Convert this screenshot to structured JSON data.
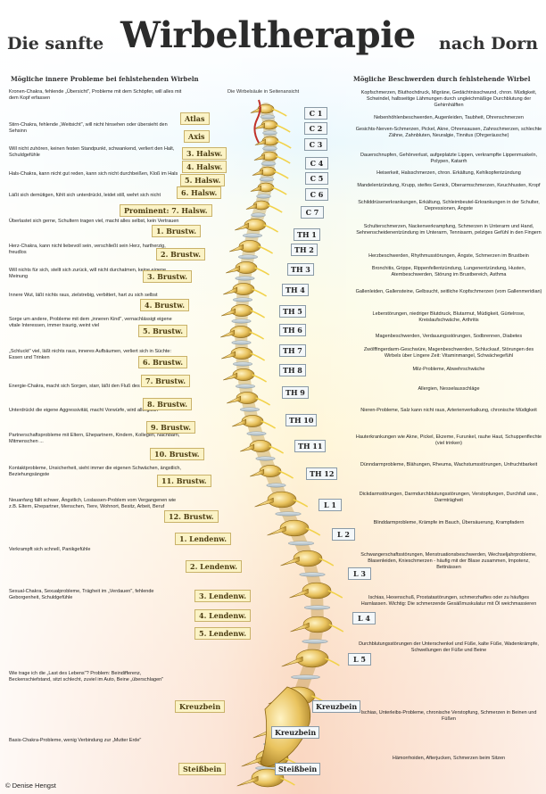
{
  "title": {
    "pre": "Die sanfte",
    "main": "Wirbeltherapie",
    "post": "nach Dorn"
  },
  "subheads": {
    "left": "Mögliche innere Probleme bei fehlstehenden Wirbeln",
    "right": "Mögliche Beschwerden durch fehlstehende Wirbel"
  },
  "spine_caption": "Die Wirbelsäule in Seitenansicht",
  "copyright": "© Denise Hengst",
  "left_texts": [
    "Kronen-Chakra, fehlende „Übersicht\", Probleme mit dem Schöpfer, will alles mit dem Kopf erfassen",
    "Stirn-Chakra, fehlende „Weitsicht\", will nicht hinsehen oder übersieht den Sehsinn",
    "Will nicht zuhören, keinen festen Standpunkt, schwankend, verliert den Halt, Schuldgefühle",
    "Hals-Chakra, kann nicht gut reden, kann sich nicht durchbeißen, Kloß im Hals",
    "Läßt sich demütigen, fühlt sich unterdrückt, leidet still, wehrt sich nicht",
    "Überlastet sich gerne, Schultern tragen viel, macht alles selbst, kein Vertrauen",
    "Herz-Chakra, kann nicht liebevoll sein, verschließt sein Herz, hartherzig, freudlos",
    "Will nichts für sich, stellt sich zurück, will nicht durchatmen, keine eigene Meinung",
    "Innere Wut, läßt nichts raus, zielstrebig, verbittert, hart zu sich selbst",
    "Sorge um andere, Probleme mit dem „inneren Kind\", vernachlässigt eigene vitale Interessen, immer traurig, weint viel",
    "„Schluckt\" viel, läßt nichts raus, inneres Aufbäumen, verliert sich in Süchte: Essen und Trinken",
    "Energie-Chakra, macht sich Sorgen, starr, läßt den Fluß des Lebens nicht zu",
    "Unterdrückt die eigene Aggressivität, macht Vorwürfe, wird allergisch",
    "Partnerschaftsprobleme mit Eltern, Ehepartnern, Kindern, Kollegen, Nachbarn, Mitmenschen ...",
    "Kontaktprobleme, Unsicherheit, sieht immer die eigenen Schwächen, ängstlich, Beziehungsängste",
    "Neuanfang fällt schwer, Ängstlich, Loslassen-Problem vom Vergangenen wie z.B. Eltern, Ehepartner, Menschen, Tiere, Wohnort, Besitz, Arbeit, Beruf",
    "Verkrampft sich schnell, Panikgefühle",
    "Sexual-Chakra, Sexualprobleme, Trägheit im „Verdauen\", fehlende Geborgenheit, Schuldgefühle",
    "Wie trage ich die „Last des Lebens\"? Problem: Beindifferenz, Beckenschiefstand, sitzt schlecht, zuviel im Auto, Beine „überschlagen\"",
    "Basis-Chakra-Probleme, wenig Verbindung zur „Mutter Erde\""
  ],
  "left_labels": [
    "Atlas",
    "Axis",
    "3. Halsw.",
    "4. Halsw.",
    "5. Halsw.",
    "6. Halsw.",
    "Prominent: 7. Halsw.",
    "1. Brustw.",
    "2. Brustw.",
    "3. Brustw.",
    "4. Brustw.",
    "5. Brustw.",
    "6. Brustw.",
    "7. Brustw.",
    "8. Brustw.",
    "9. Brustw.",
    "10. Brustw.",
    "11. Brustw.",
    "12. Brustw.",
    "1. Lendenw.",
    "2. Lendenw.",
    "3. Lendenw.",
    "4. Lendenw.",
    "5. Lendenw.",
    "Kreuzbein",
    "Steißbein"
  ],
  "right_codes": [
    "C 1",
    "C 2",
    "C 3",
    "C 4",
    "C 5",
    "C 6",
    "C 7",
    "TH 1",
    "TH 2",
    "TH 3",
    "TH 4",
    "TH 5",
    "TH 6",
    "TH 7",
    "TH 8",
    "TH 9",
    "TH 10",
    "TH 11",
    "TH 12",
    "L 1",
    "L 2",
    "L 3",
    "L 4",
    "L 5",
    "Kreuzbein",
    "Kreuzbein",
    "Steißbein"
  ],
  "right_texts": [
    "Kopfschmerzen, Bluthochdruck, Migräne, Gedächtnisschwund, chron. Müdigkeit, Schwindel, halbseitige Lähmungen durch ungleichmäßige Durchblutung der Gehirnhälften",
    "Nebenhöhlenbeschwerden, Augenleiden, Taubheit, Ohrenschmerzen",
    "Gesichts-Nerven-Schmerzen, Pickel, Akne, Ohrensausen, Zahnschmerzen, schlechte Zähne, Zahnbluten, Neuralgie, Tinnitus (Ohrgeräusche)",
    "Dauerschnupfen, Gehörverlust, aufgeplatzte Lippen, verkrampfte Lippenmuskeln, Polypen, Katarrh",
    "Heiserkeit, Halsschmerzen, chron. Erkältung, Kehlkopfentzündung",
    "Mandelentzündung, Krupp, steifes Genick, Oberarmschmerzen, Keuchhusten, Kropf",
    "Schilddrüsenerkrankungen, Erkältung, Schleimbeutel-Erkrankungen in der Schulter, Depressionen, Ängste",
    "Schulterschmerzen, Nackenverkrampfung, Schmerzen in Unterarm und Hand, Sehnenscheidenentzündung im Unterarm, Tennisarm, pelziges Gefühl in den Fingern",
    "Herzbeschwerden, Rhythmusstörungen, Ängste, Schmerzen im Brustbein",
    "Bronchitis, Grippe, Rippenfellentzündung, Lungenentzündung, Husten, Atembeschwerden, Störung im Brustbereich, Asthma",
    "Gallenleiden, Gallensteine, Gelbsucht, seitliche Kopfschmerzen (vom Gallenmeridian)",
    "Leberstörungen, niedriger Blutdruck, Blutarmut, Müdigkeit, Gürtelrose, Kreislaufschwäche, Arthritis",
    "Magenbeschwerden, Verdauungsstörungen, Sodbrennen, Diabetes",
    "Zwölffingerdarm-Geschwüre, Magenbeschwerden, Schluckauf, Störungen des Wirbels über Lingere Zeit: Vitaminmangel, Schwächegefühl",
    "Milz-Probleme, Abwehrschwäche",
    "Allergien, Nesselausschläge",
    "Nieren-Probleme, Salz kann nicht raus, Arterienverkalkung, chronische Müdigkeit",
    "Hauterkrankungen wie Akne, Pickel, Ekzeme, Furunkel, rauhe Haut, Schuppenflechte (viel trinken)",
    "Dünndarmprobleme, Blähungen, Rheuma, Wachstumsstörungen, Unfruchtbarkeit",
    "Dickdarmstörungen, Darmdurchblutungsstörungen, Verstopfungen, Durchfall usw., Darmträgheit",
    "Blinddarmprobleme, Krämpfe im Bauch, Übersäuerung, Krampfadern",
    "Schwangerschaftsstörungen, Menstruationsbeschwerden, Wechseljahrprobleme, Blasenleiden, Knieschmerzen - häufig mit der Blase zusammen, Impotenz, Bettnässen",
    "Ischias, Hexenschuß, Prostatastörungen, schmerzhaftes oder zu häufiges Harnlassen. Wichtig: Die schmerzende Gesäßmuskulatur mit Öl weichmassieren",
    "Durchblutungsstörungen der Unterschenkel und Füße, kalte Füße, Wadenkrämpfe, Schwellungen der Füße und Beine",
    "Ischias, Unterleibs-Probleme, chronische Verstopfung, Schmerzen in Beinen und Füßen",
    "Hämorrhoiden, Afterjucken, Schmerzen beim Sitzen"
  ]
}
